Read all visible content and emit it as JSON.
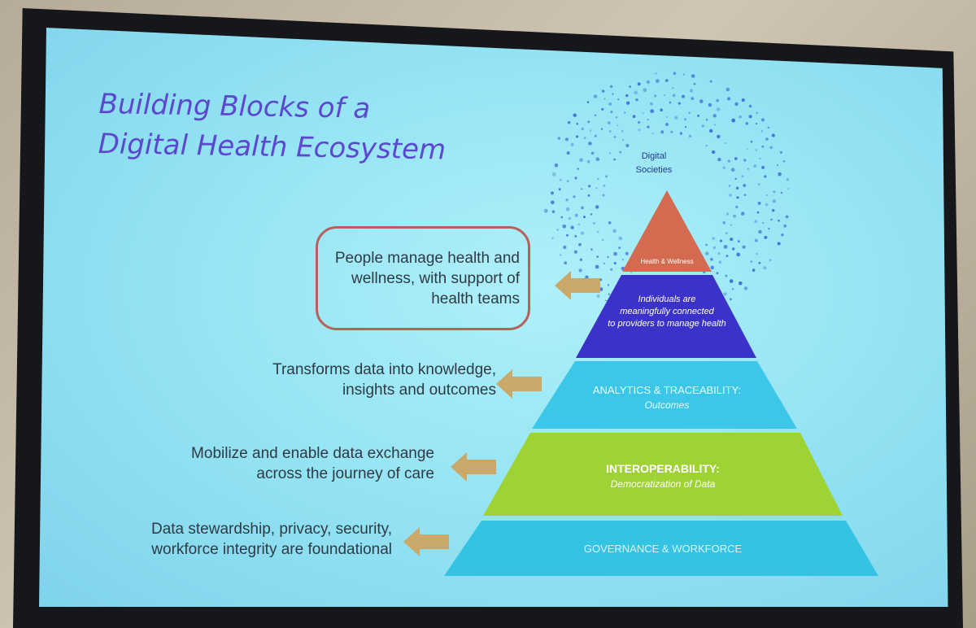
{
  "slide": {
    "title_line1": "Building Blocks of a",
    "title_line2": "Digital Health Ecosystem"
  },
  "peak": {
    "line1": "Digital",
    "line2": "Societies"
  },
  "tiers": [
    {
      "label": "Health & Wellness",
      "color": "#d46a4f"
    },
    {
      "line1": "Individuals are",
      "line2": "meaningfully connected",
      "line3": "to providers to manage health",
      "color": "#3b33c9"
    },
    {
      "label": "ANALYTICS & TRACEABILITY:",
      "sub": "Outcomes",
      "color": "#3cc7e8"
    },
    {
      "label": "INTEROPERABILITY:",
      "sub": "Democratization of Data",
      "color": "#9fd334"
    },
    {
      "label": "GOVERNANCE & WORKFORCE",
      "color": "#35c3e4"
    }
  ],
  "descriptions": [
    {
      "line1": "People manage health and",
      "line2": "wellness, with support of",
      "line3": "health teams"
    },
    {
      "line1": "Transforms data into knowledge,",
      "line2": "insights and outcomes"
    },
    {
      "line1": "Mobilize and enable data exchange",
      "line2": "across the journey of care"
    },
    {
      "line1": "Data stewardship, privacy, security,",
      "line2": "workforce integrity are foundational"
    }
  ],
  "colors": {
    "title": "#5b48cf",
    "arrow": "#c9a86a",
    "box_border": "#b9605a",
    "dots": "#3b6fd4"
  }
}
